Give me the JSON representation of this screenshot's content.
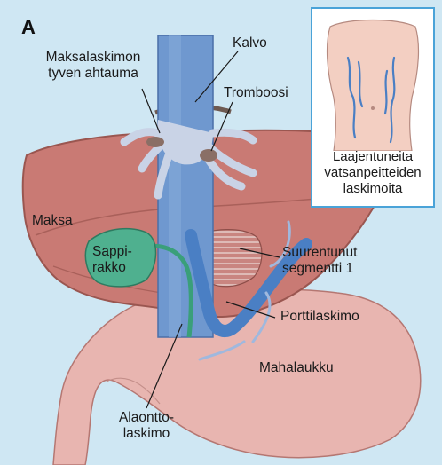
{
  "panel_letter": "A",
  "labels": {
    "maksalaskimon": "Maksalaskimon",
    "tyven_ahtauma": "tyven ahtauma",
    "kalvo": "Kalvo",
    "tromboosi": "Tromboosi",
    "maksa": "Maksa",
    "sappi_1": "Sappi-",
    "sappi_2": "rakko",
    "suurentunut_1": "Suurentunut",
    "suurentunut_2": "segmentti 1",
    "porttilaskimo": "Porttilaskimo",
    "mahalaukku": "Mahalaukku",
    "alaontto_1": "Alaontto-",
    "alaontto_2": "laskimo"
  },
  "inset": {
    "line1": "Laajentuneita",
    "line2": "vatsanpeitteiden",
    "line3": "laskimoita"
  },
  "colors": {
    "background": "#cfe7f3",
    "liver": "#c97a74",
    "stomach": "#e8b5b0",
    "vena_cava": "#6f98cf",
    "hepatic_veins": "#c9d3e6",
    "gallbladder": "#4fb08f",
    "inset_border": "#4aa3d8"
  }
}
